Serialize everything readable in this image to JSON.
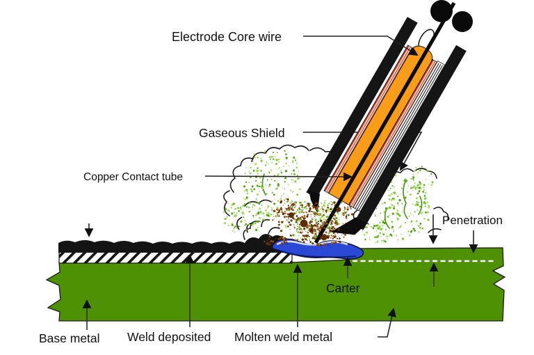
{
  "diagram": {
    "type": "welding-process-diagram",
    "labels": {
      "electrode_core_wire": "Electrode Core wire",
      "gaseous_shield": "Gaseous Shield",
      "copper_contact_tube": "Copper Contact tube",
      "penetration": "Penetration",
      "crater": "Carter",
      "base_metal": "Base metal",
      "weld_deposited": "Weld deposited",
      "molten_weld_metal": "Molten weld metal"
    },
    "colors": {
      "base_metal_green": "#4e9104",
      "weld_bead_black": "#141414",
      "copper_tube_orange": "#f79d1a",
      "stripe_red": "#e8401c",
      "molten_pool_blue": "#2a49d4",
      "shield_speckle_green": "#7cc832",
      "shield_speckle_dark": "#55a514",
      "shield_speckle_light": "#a8e05e",
      "spatter_brown": "#7a3c0a",
      "spatter_dark": "#5e2d05",
      "spatter_light": "#9c5a16",
      "nozzle_black": "#151515",
      "penetration_dash": "#ffffff",
      "label_text": "#111111"
    }
  }
}
